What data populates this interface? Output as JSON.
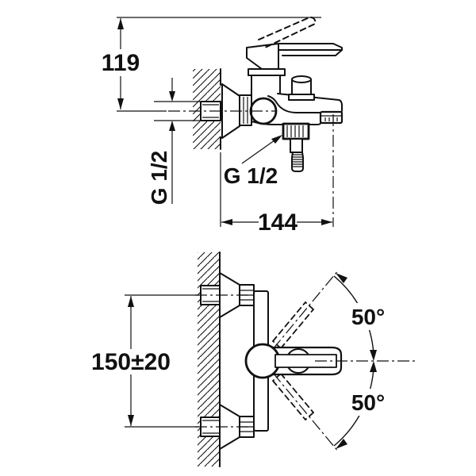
{
  "top_view": {
    "dim_height": "119",
    "wall_thread": "G 1/2",
    "shower_thread": "G 1/2",
    "dim_reach": "144"
  },
  "plan_view": {
    "dim_spacing": "150±20",
    "swing_angle_upper": "50°",
    "swing_angle_lower": "50°"
  },
  "colors": {
    "line": "#111111",
    "background": "#ffffff"
  }
}
